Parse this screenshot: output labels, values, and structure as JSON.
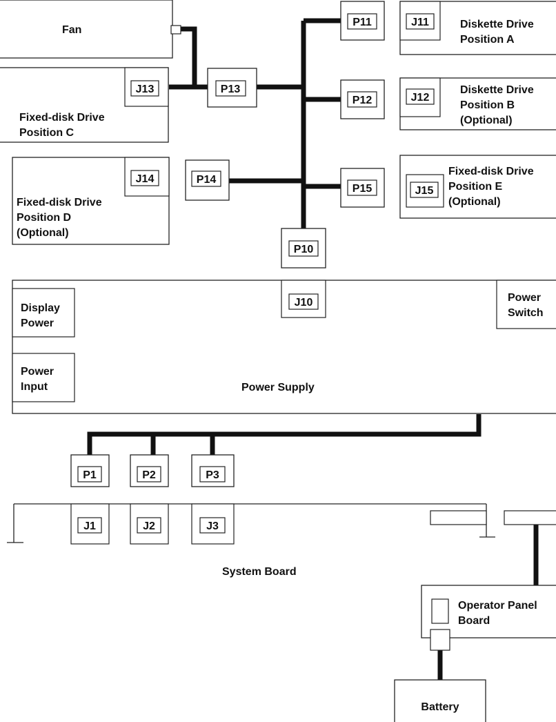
{
  "components": {
    "fan": "Fan",
    "diskette_a": [
      "Diskette Drive",
      "Position A"
    ],
    "diskette_b": [
      "Diskette Drive",
      "Position B",
      "(Optional)"
    ],
    "fixed_c": [
      "Fixed-disk Drive",
      "Position C"
    ],
    "fixed_d": [
      "Fixed-disk Drive",
      "Position D",
      "(Optional)"
    ],
    "fixed_e": [
      "Fixed-disk Drive",
      "Position E",
      "(Optional)"
    ],
    "power_supply": "Power Supply",
    "display_power": [
      "Display",
      "Power"
    ],
    "power_input": [
      "Power",
      "Input"
    ],
    "power_switch": [
      "Power",
      "Switch"
    ],
    "system_board": "System Board",
    "operator_panel": [
      "Operator Panel",
      "Board"
    ],
    "battery": "Battery"
  },
  "connectors": {
    "p10": "P10",
    "p11": "P11",
    "p12": "P12",
    "p13": "P13",
    "p14": "P14",
    "p15": "P15",
    "j10": "J10",
    "j11": "J11",
    "j12": "J12",
    "j13": "J13",
    "j14": "J14",
    "j15": "J15",
    "p1": "P1",
    "p2": "P2",
    "p3": "P3",
    "j1": "J1",
    "j2": "J2",
    "j3": "J3"
  }
}
